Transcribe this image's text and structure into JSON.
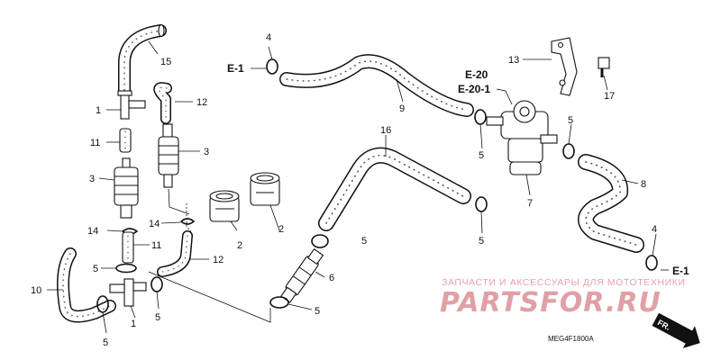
{
  "diagram": {
    "code": "MEG4F1800A",
    "direction": "FR.",
    "watermark": {
      "top": "ЗАПЧАСТИ И АКСЕССУАРЫ ДЛЯ МОТОТЕХНИКИ",
      "logo": "PARTSFOR.RU"
    },
    "references": [
      "E-1",
      "E-20",
      "E-20-1",
      "E-1"
    ],
    "callouts": [
      "15",
      "1",
      "12",
      "11",
      "3",
      "3",
      "2",
      "2",
      "14",
      "14",
      "11",
      "5",
      "12",
      "10",
      "5",
      "1",
      "5",
      "4",
      "9",
      "16",
      "5",
      "5",
      "6",
      "5",
      "13",
      "17",
      "5",
      "7",
      "5",
      "8",
      "4"
    ]
  }
}
